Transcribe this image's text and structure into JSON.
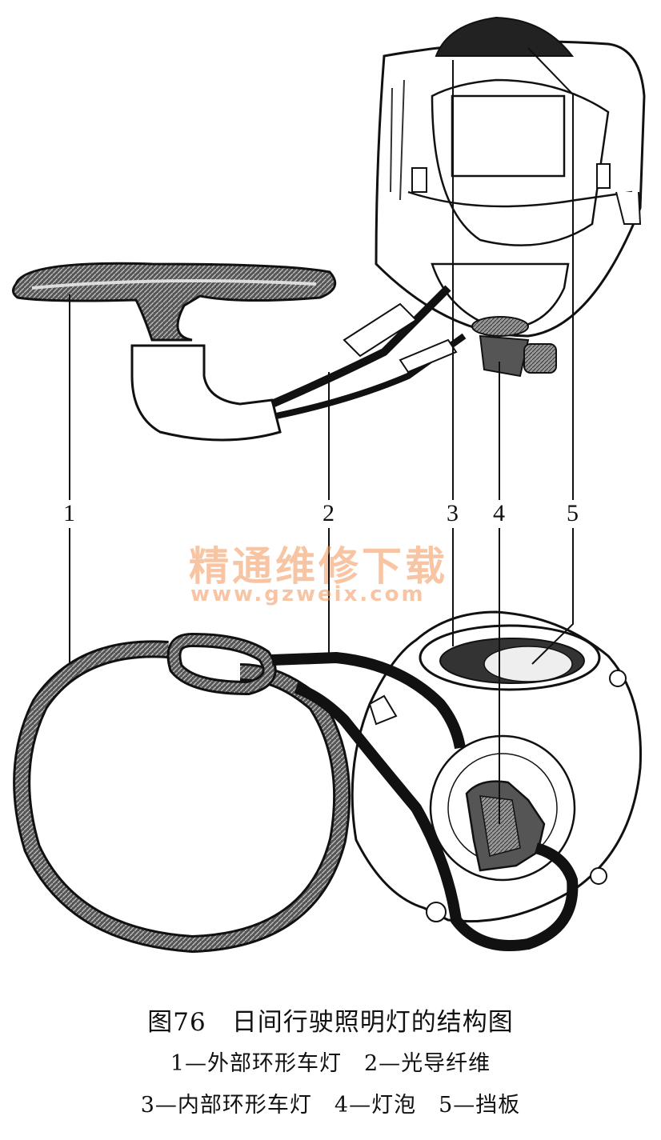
{
  "figure": {
    "callouts": [
      "1",
      "2",
      "3",
      "4",
      "5"
    ],
    "watermark": {
      "text_cn": "精通维修下载",
      "url": "www.gzweix.com",
      "color": "#f0965a"
    }
  },
  "caption": {
    "title": "图76　日间行驶照明灯的结构图",
    "legend_line1": [
      "1—外部环形车灯",
      "2—光导纤维"
    ],
    "legend_line2": [
      "3—内部环形车灯",
      "4—灯泡",
      "5—挡板"
    ]
  }
}
